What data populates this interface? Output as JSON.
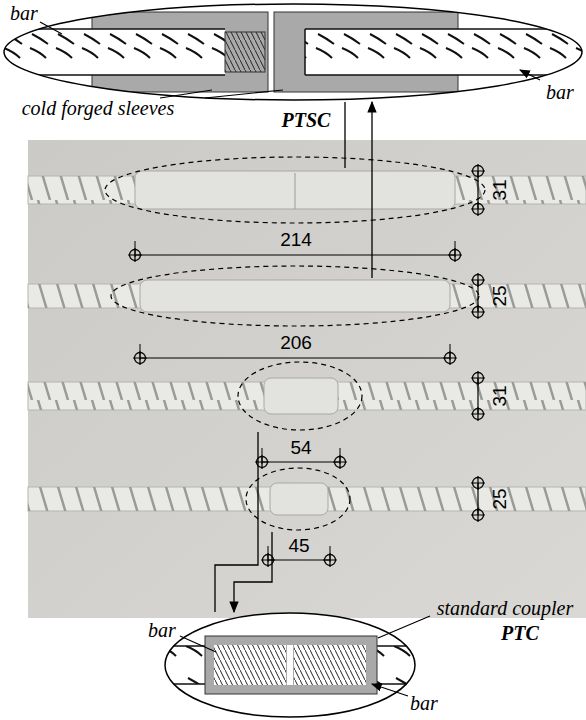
{
  "diagram": {
    "labels": [
      "bar",
      "bar",
      "cold forged sleeves",
      "PTSC",
      "214",
      "31",
      "206",
      "25",
      "54",
      "31",
      "45",
      "25",
      "standard coupler",
      "PTC",
      "bar",
      "bar"
    ]
  }
}
